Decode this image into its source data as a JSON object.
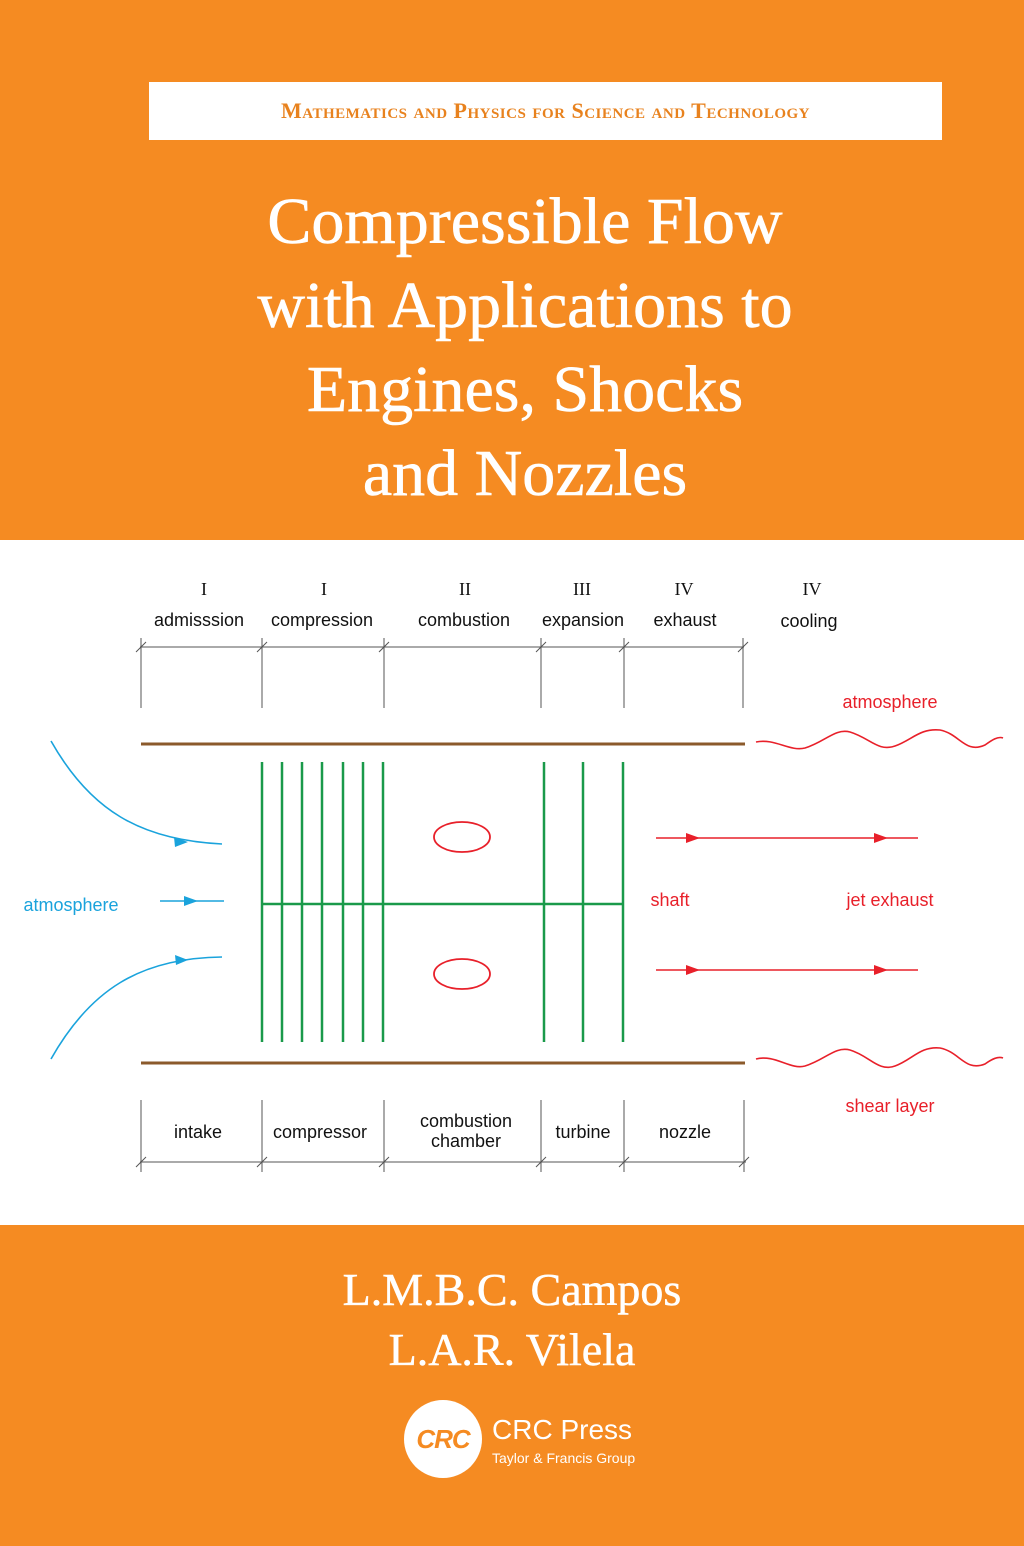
{
  "cover": {
    "series": "Mathematics and Physics for Science and Technology",
    "title_lines": [
      "Compressible Flow",
      "with Applications to",
      "Engines, Shocks",
      "and Nozzles"
    ],
    "authors": [
      "L.M.B.C. Campos",
      "L.A.R. Vilela"
    ],
    "publisher": {
      "logo_text": "CRC",
      "name": "CRC Press",
      "subtitle": "Taylor & Francis Group"
    },
    "colors": {
      "background": "#f58b22",
      "shaft_green": "#1a9a4a",
      "casing_brown": "#8b5a2b",
      "flow_blue": "#1aa3dc",
      "exhaust_red": "#e8202a"
    }
  },
  "diagram": {
    "stages": [
      {
        "roman": "I",
        "name": "admisssion"
      },
      {
        "roman": "I",
        "name": "compression"
      },
      {
        "roman": "II",
        "name": "combustion"
      },
      {
        "roman": "III",
        "name": "expansion"
      },
      {
        "roman": "IV",
        "name": "exhaust"
      },
      {
        "roman": "IV",
        "name": "cooling"
      }
    ],
    "components": [
      "intake",
      "compressor",
      "combustion",
      "chamber",
      "turbine",
      "nozzle"
    ],
    "labels": {
      "atmosphere_left": "atmosphere",
      "atmosphere_right": "atmosphere",
      "shaft": "shaft",
      "jet_exhaust": "jet exhaust",
      "shear_layer": "shear layer"
    }
  }
}
